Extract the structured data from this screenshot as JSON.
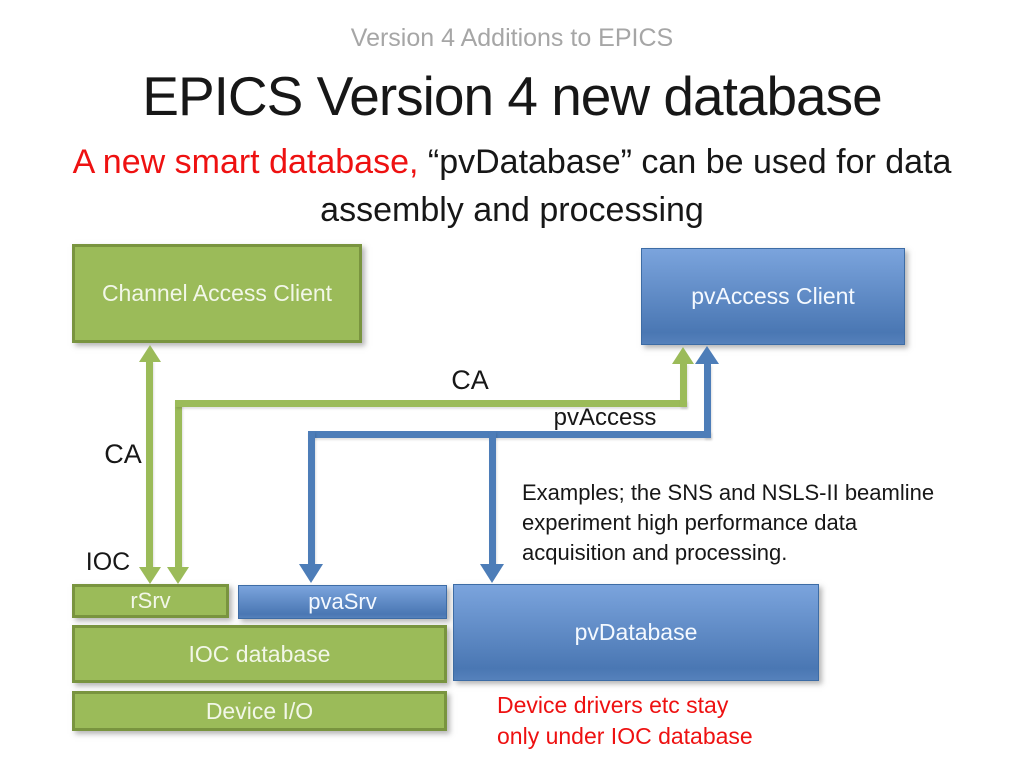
{
  "slide": {
    "header": "Version 4 Additions to EPICS",
    "title": "EPICS Version 4 new database",
    "subtitle_red": "A new smart database,",
    "subtitle_rest": " “pvDatabase” can be used for data",
    "subtitle_line2": "assembly and processing"
  },
  "boxes": {
    "channel_access_client": "Channel Access Client",
    "pvaccess_client": "pvAccess Client",
    "rsrv": "rSrv",
    "pvasrv": "pvaSrv",
    "pvdatabase": "pvDatabase",
    "ioc_database": "IOC database",
    "device_io": "Device I/O"
  },
  "labels": {
    "ca_top": "CA",
    "ca_left": "CA",
    "pvaccess": "pvAccess",
    "ioc": "IOC"
  },
  "notes": {
    "examples_line1": "Examples; the SNS and NSLS-II beamline",
    "examples_line2": "experiment high performance data",
    "examples_line3": "acquisition and processing.",
    "device_drivers_line1": "Device drivers etc stay",
    "device_drivers_line2": "only under IOC database"
  },
  "colors": {
    "green_fill": "#9bbb59",
    "green_border": "#79943f",
    "blue_top": "#7ba4dd",
    "blue_bottom": "#4a77b3",
    "blue_border": "#3d6ca5",
    "blue_line": "#4d7db8",
    "red_text": "#ee1111",
    "gray_text": "#a6a6a6",
    "text_dark": "#171717"
  }
}
